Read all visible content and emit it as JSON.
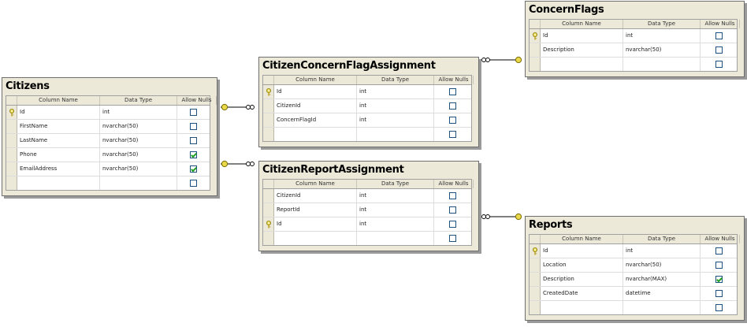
{
  "headers": {
    "column_name": "Column Name",
    "data_type": "Data Type",
    "allow_nulls": "Allow Nulls"
  },
  "tables": [
    {
      "id": "citizens",
      "title": "Citizens",
      "rows": [
        {
          "name": "Id",
          "type": "int",
          "allow": false,
          "pk": true
        },
        {
          "name": "FirstName",
          "type": "nvarchar(50)",
          "allow": false
        },
        {
          "name": "LastName",
          "type": "nvarchar(50)",
          "allow": false
        },
        {
          "name": "Phone",
          "type": "nvarchar(50)",
          "allow": true
        },
        {
          "name": "EmailAddress",
          "type": "nvarchar(50)",
          "allow": true
        },
        {
          "name": "",
          "type": "",
          "allow": false
        }
      ]
    },
    {
      "id": "citizen-concern-flag-assignment",
      "title": "CitizenConcernFlagAssignment",
      "rows": [
        {
          "name": "Id",
          "type": "int",
          "allow": false,
          "pk": true
        },
        {
          "name": "CitizenId",
          "type": "int",
          "allow": false
        },
        {
          "name": "ConcernFlagId",
          "type": "int",
          "allow": false
        },
        {
          "name": "",
          "type": "",
          "allow": false
        }
      ]
    },
    {
      "id": "concern-flags",
      "title": "ConcernFlags",
      "rows": [
        {
          "name": "Id",
          "type": "int",
          "allow": false,
          "pk": true
        },
        {
          "name": "Description",
          "type": "nvarchar(50)",
          "allow": false
        },
        {
          "name": "",
          "type": "",
          "allow": false
        }
      ]
    },
    {
      "id": "citizen-report-assignment",
      "title": "CitizenReportAssignment",
      "rows": [
        {
          "name": "CitizenId",
          "type": "int",
          "allow": false
        },
        {
          "name": "ReportId",
          "type": "int",
          "allow": false
        },
        {
          "name": "Id",
          "type": "int",
          "allow": false,
          "pk": true
        },
        {
          "name": "",
          "type": "",
          "allow": false
        }
      ]
    },
    {
      "id": "reports",
      "title": "Reports",
      "rows": [
        {
          "name": "Id",
          "type": "int",
          "allow": false,
          "pk": true
        },
        {
          "name": "Location",
          "type": "nvarchar(50)",
          "allow": false
        },
        {
          "name": "Description",
          "type": "nvarchar(MAX)",
          "allow": true
        },
        {
          "name": "CreatedDate",
          "type": "datetime",
          "allow": false
        },
        {
          "name": "",
          "type": "",
          "allow": false
        }
      ]
    }
  ],
  "relationships": [
    {
      "from": "citizens",
      "to": "citizen-concern-flag-assignment"
    },
    {
      "from": "concern-flags",
      "to": "citizen-concern-flag-assignment"
    },
    {
      "from": "citizens",
      "to": "citizen-report-assignment"
    },
    {
      "from": "reports",
      "to": "citizen-report-assignment"
    }
  ],
  "colors": {
    "panel": "#ece9d8",
    "key": "#e8d84a",
    "check": "#21a121",
    "line": "#000000"
  }
}
